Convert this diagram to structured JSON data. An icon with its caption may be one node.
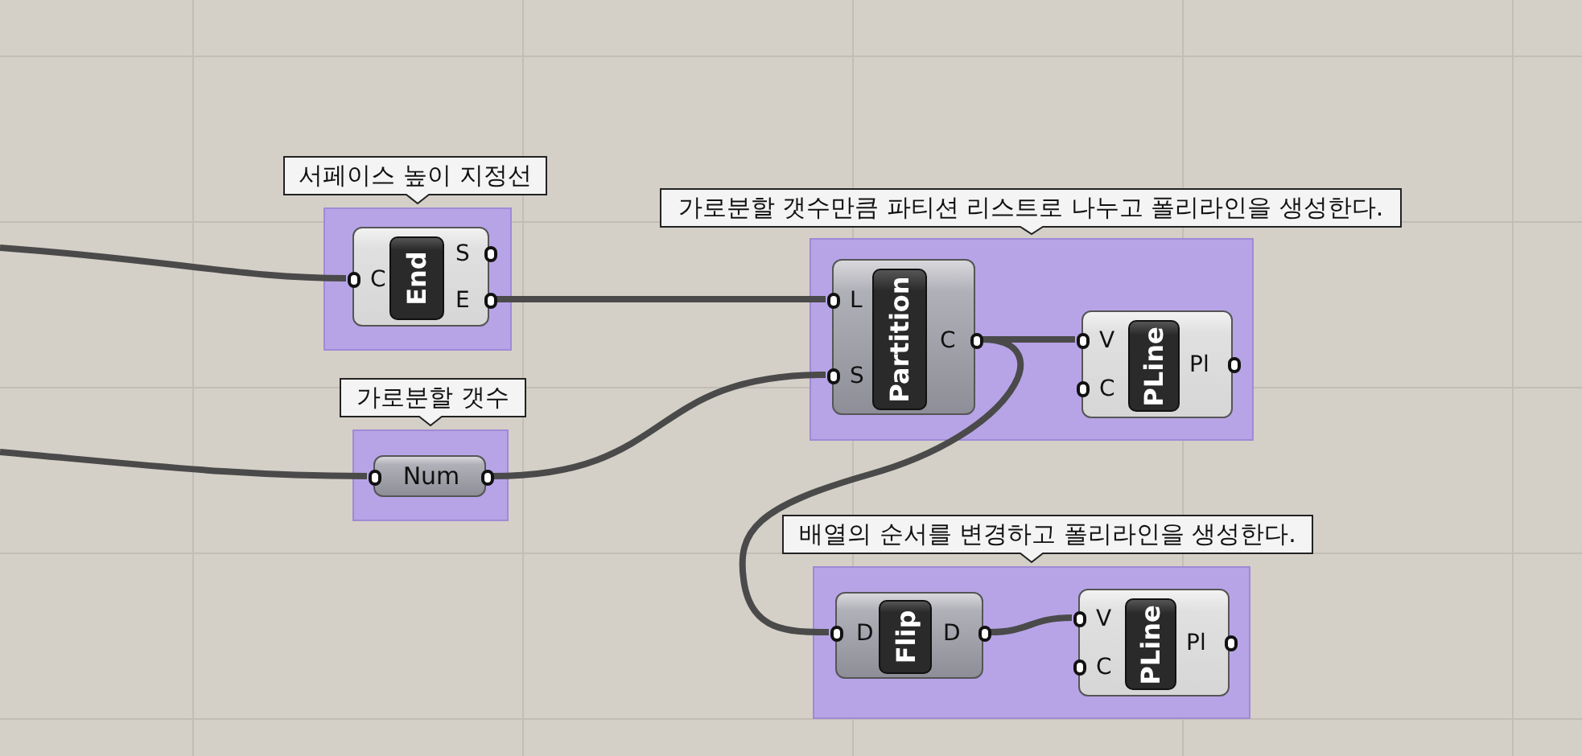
{
  "diagram": {
    "nodes": [
      {
        "text": [
          "서페이스 높이 지정선"
        ]
      },
      {
        "text": [
          "End",
          "C",
          "S",
          "E"
        ],
        "in": 0
      },
      {
        "text": [
          "가로분할 갯수"
        ]
      },
      {
        "text": [
          "Num"
        ],
        "in": 2
      },
      {
        "text": [
          "가로분할 갯수만큼 파티션 리스트로 나누고 폴리라인을 생성한다."
        ]
      },
      {
        "text": [
          "Partition",
          "L",
          "S",
          "C"
        ],
        "in": 4
      },
      {
        "text": [
          "PLine",
          "V",
          "C",
          "Pl"
        ],
        "in": 4
      },
      {
        "text": [
          "배열의 순서를 변경하고 폴리라인을 생성한다."
        ]
      },
      {
        "text": [
          "Flip",
          "D",
          "D"
        ],
        "in": 7
      },
      {
        "text": [
          "PLine",
          "V",
          "C",
          "Pl"
        ],
        "in": 7
      }
    ],
    "edges": [
      {
        "from": null,
        "to": 1,
        "arrow": "none"
      },
      {
        "from": null,
        "to": 3,
        "arrow": "none"
      },
      {
        "from": 1,
        "to": 5,
        "arrow": "none"
      },
      {
        "from": 3,
        "to": 5,
        "arrow": "none"
      },
      {
        "from": 5,
        "to": 6,
        "arrow": "none"
      },
      {
        "from": 5,
        "to": 8,
        "arrow": "none"
      },
      {
        "from": 8,
        "to": 9,
        "arrow": "none"
      }
    ]
  }
}
